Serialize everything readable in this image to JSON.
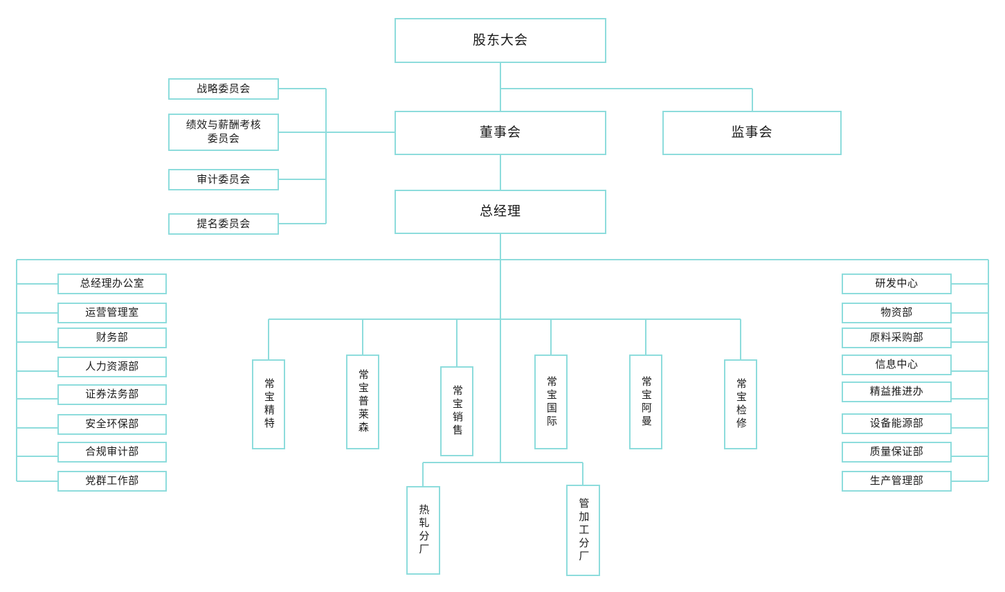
{
  "diagram": {
    "title": "组织架构图",
    "line_color": "#8ddcdc",
    "box_border_color": "#8ddcdc",
    "box_fill_color": "#ffffff",
    "text_color": "#1a1a1a",
    "background": "#ffffff"
  },
  "governance": {
    "shareholders_meeting": "股东大会",
    "board_of_directors": "董事会",
    "board_of_supervisors": "监事会",
    "general_manager": "总经理"
  },
  "committees": [
    {
      "label": "战略委员会"
    },
    {
      "label": "绩效与薪酬考核\n委员会"
    },
    {
      "label": "审计委员会"
    },
    {
      "label": "提名委员会"
    }
  ],
  "left_departments": [
    {
      "label": "总经理办公室"
    },
    {
      "label": "运营管理室"
    },
    {
      "label": "财务部"
    },
    {
      "label": "人力资源部"
    },
    {
      "label": "证券法务部"
    },
    {
      "label": "安全环保部"
    },
    {
      "label": "合规审计部"
    },
    {
      "label": "党群工作部"
    }
  ],
  "right_departments": [
    {
      "label": "研发中心"
    },
    {
      "label": "物资部"
    },
    {
      "label": "原料采购部"
    },
    {
      "label": "信息中心"
    },
    {
      "label": "精益推进办"
    },
    {
      "label": "设备能源部"
    },
    {
      "label": "质量保证部"
    },
    {
      "label": "生产管理部"
    }
  ],
  "subsidiaries": [
    {
      "label": "常宝精特"
    },
    {
      "label": "常宝普莱森"
    },
    {
      "label": "常宝销售"
    },
    {
      "label": "常宝国际"
    },
    {
      "label": "常宝阿曼"
    },
    {
      "label": "常宝检修"
    }
  ],
  "branch_factories": [
    {
      "label": "热轧分厂"
    },
    {
      "label": "管加工分厂"
    }
  ]
}
